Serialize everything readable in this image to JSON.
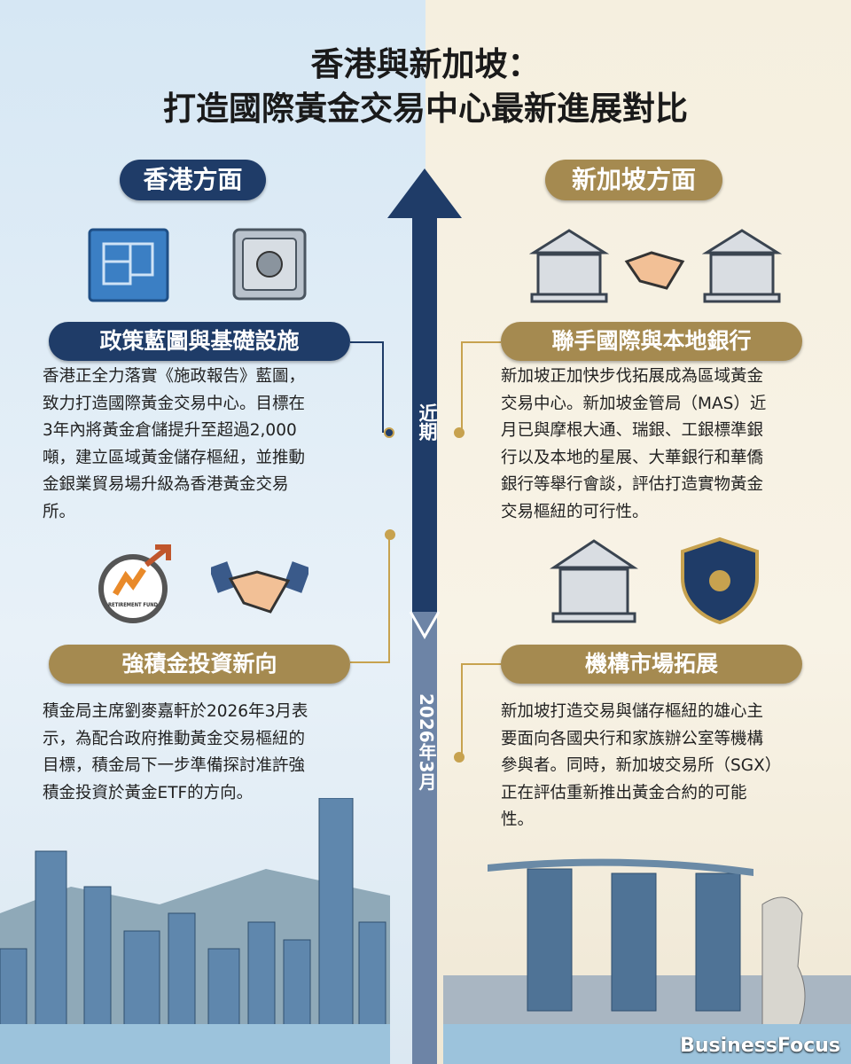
{
  "title": {
    "line1": "香港與新加坡：",
    "line2": "打造國際黃金交易中心最新進展對比"
  },
  "hong_kong": {
    "heading": "香港方面",
    "sections": [
      {
        "title": "政策藍圖與基礎設施",
        "lines": [
          "香港正全力落實《施政報告》藍圖，",
          "致力打造國際黃金交易中心。目標在",
          "3年內將黃金倉儲提升至超過2,000",
          "噸，建立區域黃金儲存樞紐，並推動",
          "金銀業貿易場升級為香港黃金交易",
          "所。"
        ]
      },
      {
        "title": "強積金投資新向",
        "lines": [
          "積金局主席劉麥嘉軒於2026年3月表",
          "示，為配合政府推動黃金交易樞紐的",
          "目標，積金局下一步準備探討准許強",
          "積金投資於黃金ETF的方向。"
        ]
      }
    ],
    "fund_logo_text": "RETIREMENT FUND"
  },
  "singapore": {
    "heading": "新加坡方面",
    "sections": [
      {
        "title": "聯手國際與本地銀行",
        "lines": [
          "新加坡正加快步伐拓展成為區域黃金",
          "交易中心。新加坡金管局（MAS）近",
          "月已與摩根大通、瑞銀、工銀標準銀",
          "行以及本地的星展、大華銀行和華僑",
          "銀行等舉行會談，評估打造實物黃金",
          "交易樞紐的可行性。"
        ]
      },
      {
        "title": "機構市場拓展",
        "lines": [
          "新加坡打造交易與儲存樞紐的雄心主",
          "要面向各國央行和家族辦公室等機構",
          "參與者。同時，新加坡交易所（SGX）",
          "正在評估重新推出黃金合約的可能",
          "性。"
        ]
      }
    ]
  },
  "timeline": {
    "recent": "近期",
    "date": "2026年3月"
  },
  "brand": "BusinessFocus",
  "colors": {
    "navy": "#1f3c68",
    "gold": "#a58a50"
  }
}
